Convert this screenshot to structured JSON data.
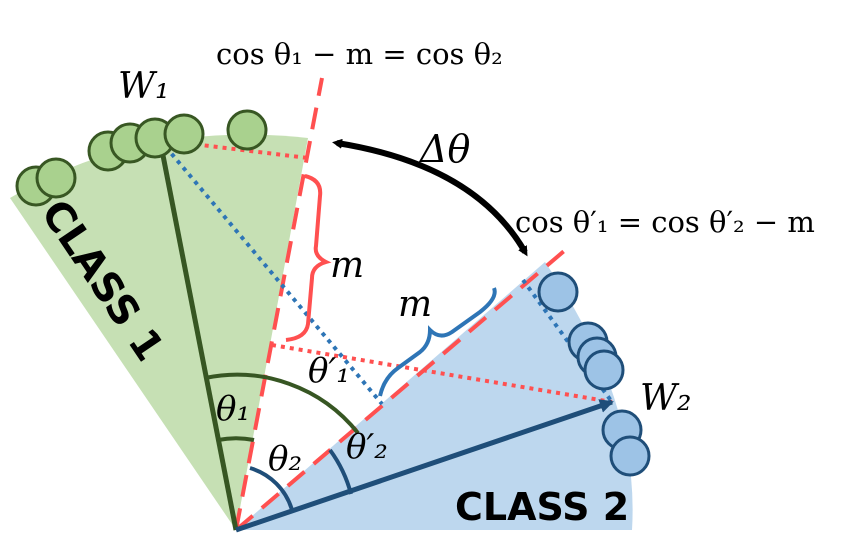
{
  "labels": {
    "eq_top": "cos θ₁ − m = cos θ₂",
    "eq_right": "cos θ′₁ = cos θ′₂ − m",
    "w1": "W₁",
    "w2": "W₂",
    "delta_theta": "Δθ",
    "m_red": "m",
    "m_blue": "m",
    "theta1": "θ₁",
    "theta2": "θ₂",
    "theta1_prime": "θ′₁",
    "theta2_prime": "θ′₂",
    "class1": "CLASS 1",
    "class2": "CLASS 2"
  },
  "colors": {
    "class1_fill": "#c6e0b4",
    "class2_fill": "#bdd7ee",
    "class1_dot": "#a9d18e",
    "class1_dot_stroke": "#385723",
    "class2_dot": "#9dc3e6",
    "class2_dot_stroke": "#1f4e79",
    "w1_vector": "#375623",
    "w2_vector": "#1f4e79",
    "margin_red": "#ff5050",
    "margin_blue": "#2e75b6",
    "arrow": "#000000"
  }
}
